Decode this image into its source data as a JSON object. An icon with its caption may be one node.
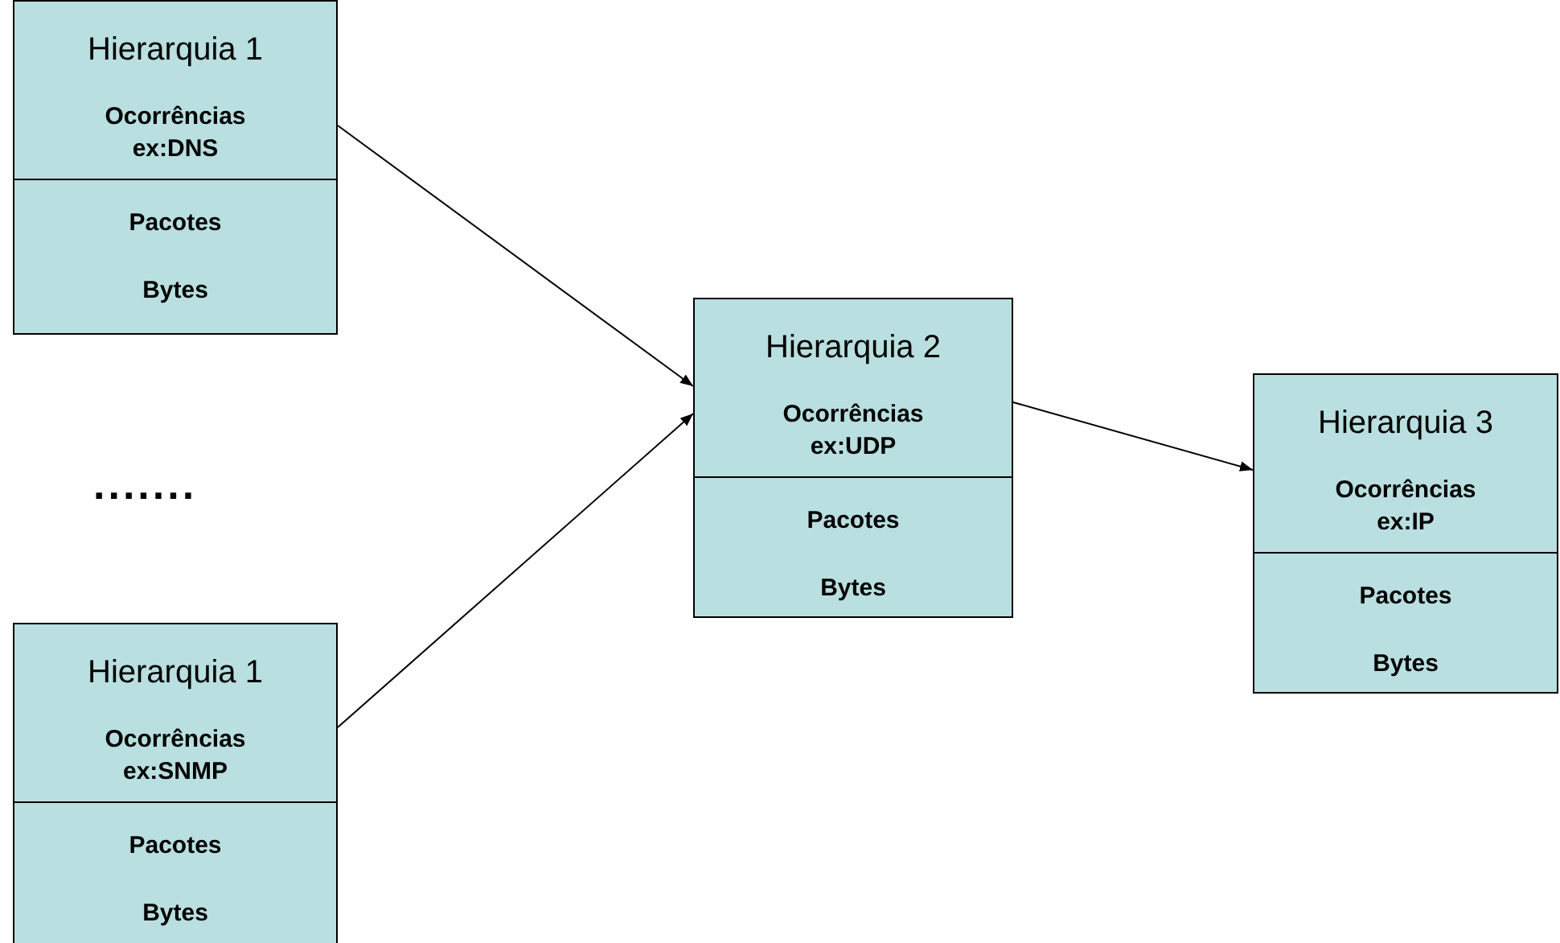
{
  "diagram": {
    "nodes": [
      {
        "text": [
          "Hierarquia 1",
          "Ocorrências ex:DNS",
          "Pacotes",
          "Bytes"
        ]
      },
      {
        "text": [
          "Hierarquia 1",
          "Ocorrências ex:SNMP",
          "Pacotes",
          "Bytes"
        ]
      },
      {
        "text": [
          "Hierarquia 2",
          "Ocorrências ex:UDP",
          "Pacotes",
          "Bytes"
        ]
      },
      {
        "text": [
          "Hierarquia 3",
          "Ocorrências ex:IP",
          "Pacotes",
          "Bytes"
        ]
      }
    ],
    "edges": [
      {
        "from": 0,
        "to": 2,
        "arrow": "to"
      },
      {
        "from": 1,
        "to": 2,
        "arrow": "to"
      },
      {
        "from": 2,
        "to": 3,
        "arrow": "to"
      }
    ],
    "labels": [
      "......."
    ]
  }
}
